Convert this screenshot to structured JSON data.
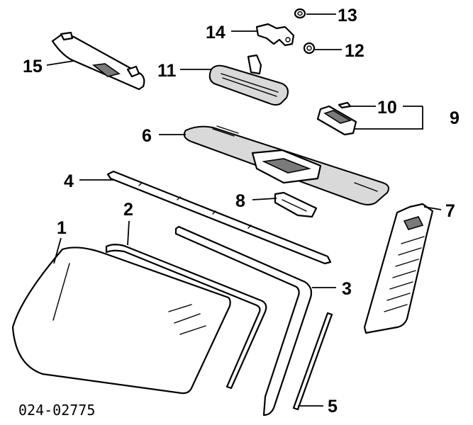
{
  "callouts": {
    "c1": "1",
    "c2": "2",
    "c3": "3",
    "c4": "4",
    "c5": "5",
    "c6": "6",
    "c7": "7",
    "c8": "8",
    "c9": "9",
    "c10": "10",
    "c11": "11",
    "c12": "12",
    "c13": "13",
    "c14": "14",
    "c15": "15"
  },
  "reference_number": "024-02775",
  "colors": {
    "line": "#000000",
    "shade": "#d9d9d9",
    "dark": "#7a7a7a"
  }
}
